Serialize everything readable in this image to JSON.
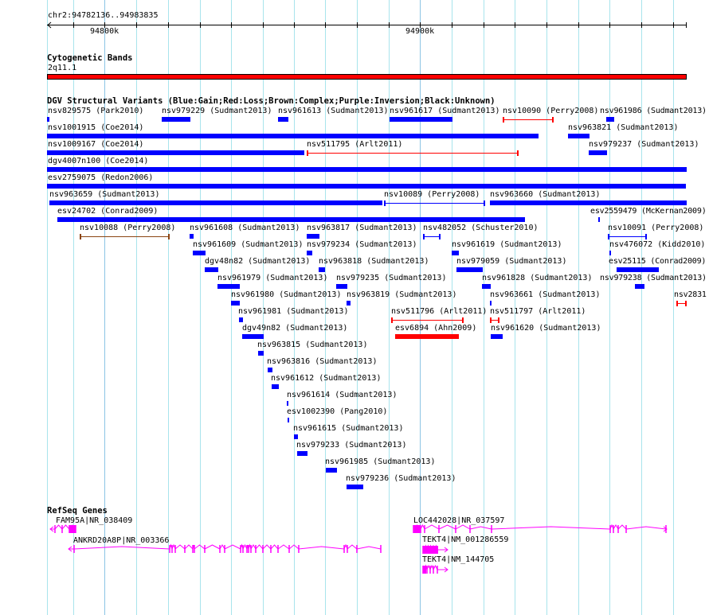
{
  "ruler": {
    "region": "chr2:94782136..94983835",
    "ticks": [
      "94800k",
      "94900k"
    ]
  },
  "cytoband": {
    "title": "Cytogenetic Bands",
    "band": "2q11.1",
    "color": "#ff0000"
  },
  "dgv": {
    "title": "DGV Structural Variants (Blue:Gain;Red:Loss;Brown:Complex;Purple:Inversion;Black:Unknown)",
    "colors": {
      "gain": "#0000ff",
      "loss": "#ff0000",
      "complex": "#8b4513"
    },
    "features": [
      {
        "label": "nsv829575 (Park2010)",
        "type": "gain"
      },
      {
        "label": "nsv979229 (Sudmant2013)",
        "type": "gain"
      },
      {
        "label": "nsv961613 (Sudmant2013)",
        "type": "gain"
      },
      {
        "label": "nsv961617 (Sudmant2013)",
        "type": "gain"
      },
      {
        "label": "nsv10090 (Perry2008)",
        "type": "loss"
      },
      {
        "label": "nsv961986 (Sudmant2013)",
        "type": "gain"
      },
      {
        "label": "nsv1001915 (Coe2014)",
        "type": "gain"
      },
      {
        "label": "nsv963821 (Sudmant2013)",
        "type": "gain"
      },
      {
        "label": "nsv1009167 (Coe2014)",
        "type": "gain"
      },
      {
        "label": "nsv511795 (Arlt2011)",
        "type": "loss"
      },
      {
        "label": "nsv979237 (Sudmant2013)",
        "type": "gain"
      },
      {
        "label": "dgv4007n100 (Coe2014)",
        "type": "gain"
      },
      {
        "label": "esv2759075 (Redon2006)",
        "type": "gain"
      },
      {
        "label": "nsv963659 (Sudmant2013)",
        "type": "gain"
      },
      {
        "label": "nsv10089 (Perry2008)",
        "type": "gain"
      },
      {
        "label": "nsv963660 (Sudmant2013)",
        "type": "gain"
      },
      {
        "label": "esv24702 (Conrad2009)",
        "type": "gain"
      },
      {
        "label": "esv2559479 (McKernan2009)",
        "type": "gain"
      },
      {
        "label": "nsv10088 (Perry2008)",
        "type": "complex"
      },
      {
        "label": "nsv961608 (Sudmant2013)",
        "type": "gain"
      },
      {
        "label": "nsv963817 (Sudmant2013)",
        "type": "gain"
      },
      {
        "label": "nsv482052 (Schuster2010)",
        "type": "gain"
      },
      {
        "label": "nsv10091 (Perry2008)",
        "type": "gain"
      },
      {
        "label": "nsv961609 (Sudmant2013)",
        "type": "gain"
      },
      {
        "label": "nsv979234 (Sudmant2013)",
        "type": "gain"
      },
      {
        "label": "nsv961619 (Sudmant2013)",
        "type": "gain"
      },
      {
        "label": "nsv476072 (Kidd2010)",
        "type": "gain"
      },
      {
        "label": "dgv48n82 (Sudmant2013)",
        "type": "gain"
      },
      {
        "label": "nsv963818 (Sudmant2013)",
        "type": "gain"
      },
      {
        "label": "nsv979059 (Sudmant2013)",
        "type": "gain"
      },
      {
        "label": "esv25115 (Conrad2009)",
        "type": "gain"
      },
      {
        "label": "nsv961979 (Sudmant2013)",
        "type": "gain"
      },
      {
        "label": "nsv979235 (Sudmant2013)",
        "type": "gain"
      },
      {
        "label": "nsv961828 (Sudmant2013)",
        "type": "gain"
      },
      {
        "label": "nsv979238 (Sudmant2013)",
        "type": "gain"
      },
      {
        "label": "nsv961980 (Sudmant2013)",
        "type": "gain"
      },
      {
        "label": "nsv963819 (Sudmant2013)",
        "type": "gain"
      },
      {
        "label": "nsv963661 (Sudmant2013)",
        "type": "gain"
      },
      {
        "label": "nsv2831",
        "type": "loss"
      },
      {
        "label": "nsv961981 (Sudmant2013)",
        "type": "gain"
      },
      {
        "label": "nsv511796 (Arlt2011)",
        "type": "loss"
      },
      {
        "label": "nsv511797 (Arlt2011)",
        "type": "loss"
      },
      {
        "label": "dgv49n82 (Sudmant2013)",
        "type": "gain"
      },
      {
        "label": "esv6894 (Ahn2009)",
        "type": "loss"
      },
      {
        "label": "nsv961620 (Sudmant2013)",
        "type": "gain"
      },
      {
        "label": "nsv963815 (Sudmant2013)",
        "type": "gain"
      },
      {
        "label": "nsv963816 (Sudmant2013)",
        "type": "gain"
      },
      {
        "label": "nsv961612 (Sudmant2013)",
        "type": "gain"
      },
      {
        "label": "nsv961614 (Sudmant2013)",
        "type": "gain"
      },
      {
        "label": "esv1002390 (Pang2010)",
        "type": "gain"
      },
      {
        "label": "nsv961615 (Sudmant2013)",
        "type": "gain"
      },
      {
        "label": "nsv979233 (Sudmant2013)",
        "type": "gain"
      },
      {
        "label": "nsv961985 (Sudmant2013)",
        "type": "gain"
      },
      {
        "label": "nsv979236 (Sudmant2013)",
        "type": "gain"
      }
    ]
  },
  "refseq": {
    "title": "RefSeq Genes",
    "color": "#ff00ff",
    "genes": [
      {
        "label": "FAM95A|NR_038409",
        "strand": "-"
      },
      {
        "label": "ANKRD20A8P|NR_003366",
        "strand": "-"
      },
      {
        "label": "LOC442028|NR_037597",
        "strand": "+"
      },
      {
        "label": "TEKT4|NM_001286559",
        "strand": "+"
      },
      {
        "label": "TEKT4|NM_144705",
        "strand": "+"
      }
    ]
  }
}
